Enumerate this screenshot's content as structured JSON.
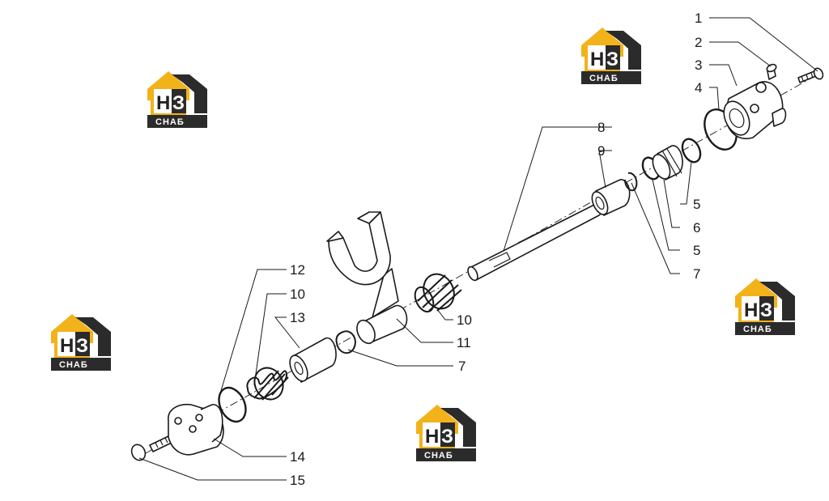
{
  "labels": {
    "l1": "1",
    "l2": "2",
    "l3": "3",
    "l4": "4",
    "l5a": "5",
    "l6": "6",
    "l5b": "5",
    "l7a": "7",
    "l8": "8",
    "l9": "9",
    "l10a": "10",
    "l11": "11",
    "l7b": "7",
    "l12": "12",
    "l10b": "10",
    "l13": "13",
    "l14": "14",
    "l15": "15"
  },
  "watermark": {
    "mark_letters": "Н",
    "mark_digit": "З",
    "brand": "СНАБ",
    "colors": {
      "yellow": "#f2b21a",
      "dark": "#2b2b2b"
    }
  }
}
